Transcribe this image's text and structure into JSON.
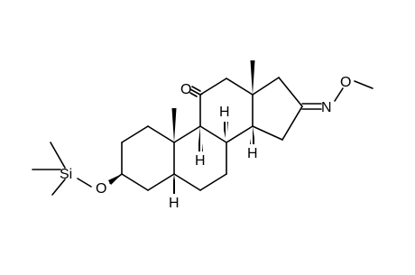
{
  "molecule": {
    "atoms": {
      "ketone_o": "O",
      "oxime_n": "N",
      "oxime_o": "O",
      "ether_o": "O",
      "silicon": "Si"
    },
    "stereo_h": {
      "h9": "H",
      "h8": "H",
      "h14": "H",
      "h5": "H"
    }
  },
  "colors": {
    "bond": "#000000",
    "label": "#000000",
    "background": "#ffffff"
  }
}
